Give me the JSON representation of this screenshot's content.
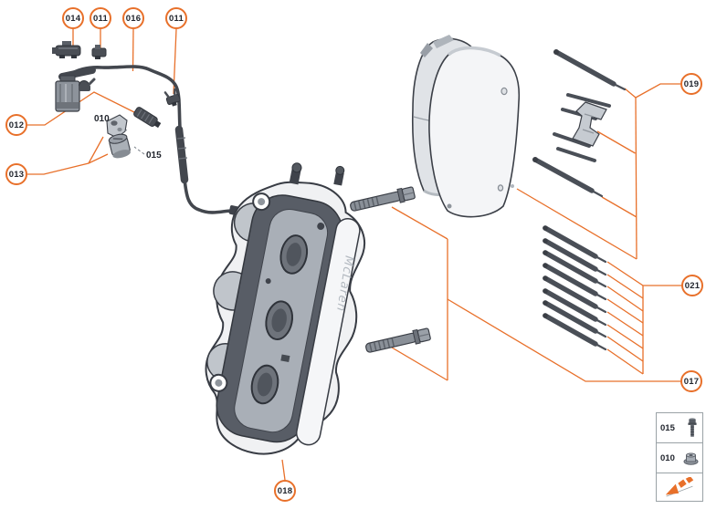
{
  "colors": {
    "accent": "#E8702A"
  },
  "callouts": {
    "c014": {
      "label": "014"
    },
    "c011a": {
      "label": "011"
    },
    "c016": {
      "label": "016"
    },
    "c011b": {
      "label": "011"
    },
    "c012": {
      "label": "012"
    },
    "c013": {
      "label": "013"
    },
    "c018": {
      "label": "018"
    },
    "c019": {
      "label": "019"
    },
    "c021": {
      "label": "021"
    },
    "c017": {
      "label": "017"
    }
  },
  "inline_labels": {
    "bracket": "010",
    "damper": "015"
  },
  "caliper": {
    "logo": "McLaren"
  },
  "legend": {
    "rows": [
      {
        "label": "015",
        "icon": "bolt-icon"
      },
      {
        "label": "010",
        "icon": "flanged-nut-icon"
      },
      {
        "label": "",
        "icon": "direction-arrow-icon"
      }
    ]
  }
}
